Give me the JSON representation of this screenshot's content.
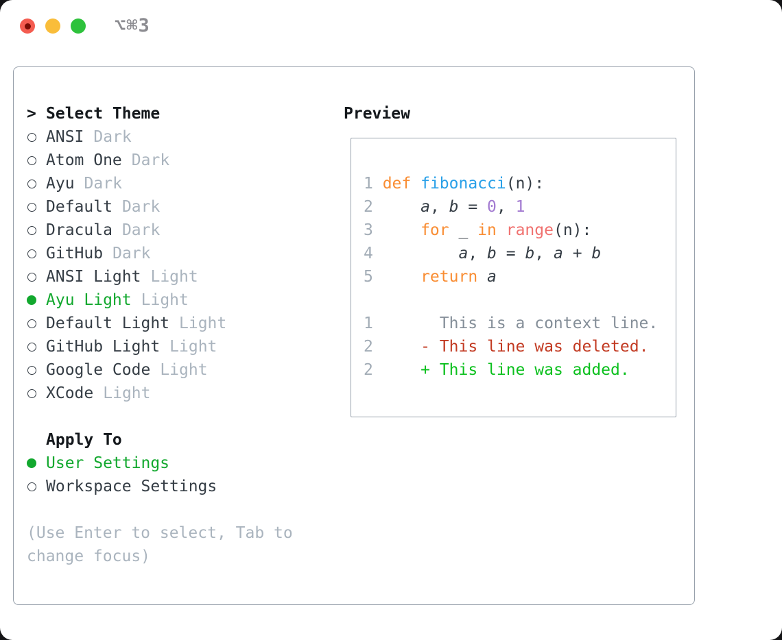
{
  "titlebar": {
    "title": "⌥⌘3"
  },
  "theme_section": {
    "prompt": ">",
    "title": "Select Theme",
    "items": [
      {
        "label": "ANSI",
        "badge": "Dark",
        "selected": false
      },
      {
        "label": "Atom One",
        "badge": "Dark",
        "selected": false
      },
      {
        "label": "Ayu",
        "badge": "Dark",
        "selected": false
      },
      {
        "label": "Default",
        "badge": "Dark",
        "selected": false
      },
      {
        "label": "Dracula",
        "badge": "Dark",
        "selected": false
      },
      {
        "label": "GitHub",
        "badge": "Dark",
        "selected": false
      },
      {
        "label": "ANSI Light",
        "badge": "Light",
        "selected": false
      },
      {
        "label": "Ayu Light",
        "badge": "Light",
        "selected": true
      },
      {
        "label": "Default Light",
        "badge": "Light",
        "selected": false
      },
      {
        "label": "GitHub Light",
        "badge": "Light",
        "selected": false
      },
      {
        "label": "Google Code",
        "badge": "Light",
        "selected": false
      },
      {
        "label": "XCode",
        "badge": "Light",
        "selected": false
      }
    ]
  },
  "apply_section": {
    "title": "Apply To",
    "items": [
      {
        "label": "User Settings",
        "selected": true
      },
      {
        "label": "Workspace Settings",
        "selected": false
      }
    ]
  },
  "help_text": "(Use Enter to select, Tab to change focus)",
  "preview": {
    "title": "Preview",
    "lines": [
      {
        "num": "1",
        "tokens": [
          {
            "t": "def",
            "c": "kw"
          },
          {
            "t": " ",
            "c": "pl"
          },
          {
            "t": "fibonacci",
            "c": "fn"
          },
          {
            "t": "(n):",
            "c": "pl"
          }
        ]
      },
      {
        "num": "2",
        "tokens": [
          {
            "t": "    ",
            "c": "pl"
          },
          {
            "t": "a",
            "c": "var"
          },
          {
            "t": ", ",
            "c": "pl"
          },
          {
            "t": "b",
            "c": "var"
          },
          {
            "t": " = ",
            "c": "pl"
          },
          {
            "t": "0",
            "c": "num"
          },
          {
            "t": ", ",
            "c": "pl"
          },
          {
            "t": "1",
            "c": "num"
          }
        ]
      },
      {
        "num": "3",
        "tokens": [
          {
            "t": "    ",
            "c": "pl"
          },
          {
            "t": "for",
            "c": "kw"
          },
          {
            "t": " _ ",
            "c": "pl"
          },
          {
            "t": "in",
            "c": "kw"
          },
          {
            "t": " ",
            "c": "pl"
          },
          {
            "t": "range",
            "c": "call"
          },
          {
            "t": "(n):",
            "c": "pl"
          }
        ]
      },
      {
        "num": "4",
        "tokens": [
          {
            "t": "        ",
            "c": "pl"
          },
          {
            "t": "a",
            "c": "var"
          },
          {
            "t": ", ",
            "c": "pl"
          },
          {
            "t": "b",
            "c": "var"
          },
          {
            "t": " = ",
            "c": "pl"
          },
          {
            "t": "b",
            "c": "var"
          },
          {
            "t": ", ",
            "c": "pl"
          },
          {
            "t": "a",
            "c": "var"
          },
          {
            "t": " + ",
            "c": "pl"
          },
          {
            "t": "b",
            "c": "var"
          }
        ]
      },
      {
        "num": "5",
        "tokens": [
          {
            "t": "    ",
            "c": "pl"
          },
          {
            "t": "return",
            "c": "kw"
          },
          {
            "t": " ",
            "c": "pl"
          },
          {
            "t": "a",
            "c": "var"
          }
        ]
      },
      {
        "num": "",
        "tokens": []
      },
      {
        "num": "1",
        "tokens": [
          {
            "t": "      This is a context line.",
            "c": "ctx"
          }
        ]
      },
      {
        "num": "2",
        "tokens": [
          {
            "t": "    ",
            "c": "pl"
          },
          {
            "t": "- This line was deleted.",
            "c": "del"
          }
        ]
      },
      {
        "num": "2",
        "tokens": [
          {
            "t": "    ",
            "c": "pl"
          },
          {
            "t": "+ This line was added.",
            "c": "add"
          }
        ]
      }
    ]
  },
  "colors": {
    "green": "#12a82e",
    "heading": "#14181c",
    "text": "#353d45",
    "dim": "#aab4be",
    "border": "#97a0ab",
    "title": "#8b8b90",
    "ln": "#a2acb6",
    "ctx": "#848e98",
    "kw": "#f98d33",
    "fn": "#29a0e8",
    "call": "#f0716f",
    "num": "#a37bd1",
    "del": "#c23a22",
    "add": "#0cc01e",
    "tl-red": "#f45c50",
    "tl-red-dot": "#7a0d05",
    "tl-yellow": "#f9bd3a",
    "tl-green": "#2ec23c"
  }
}
